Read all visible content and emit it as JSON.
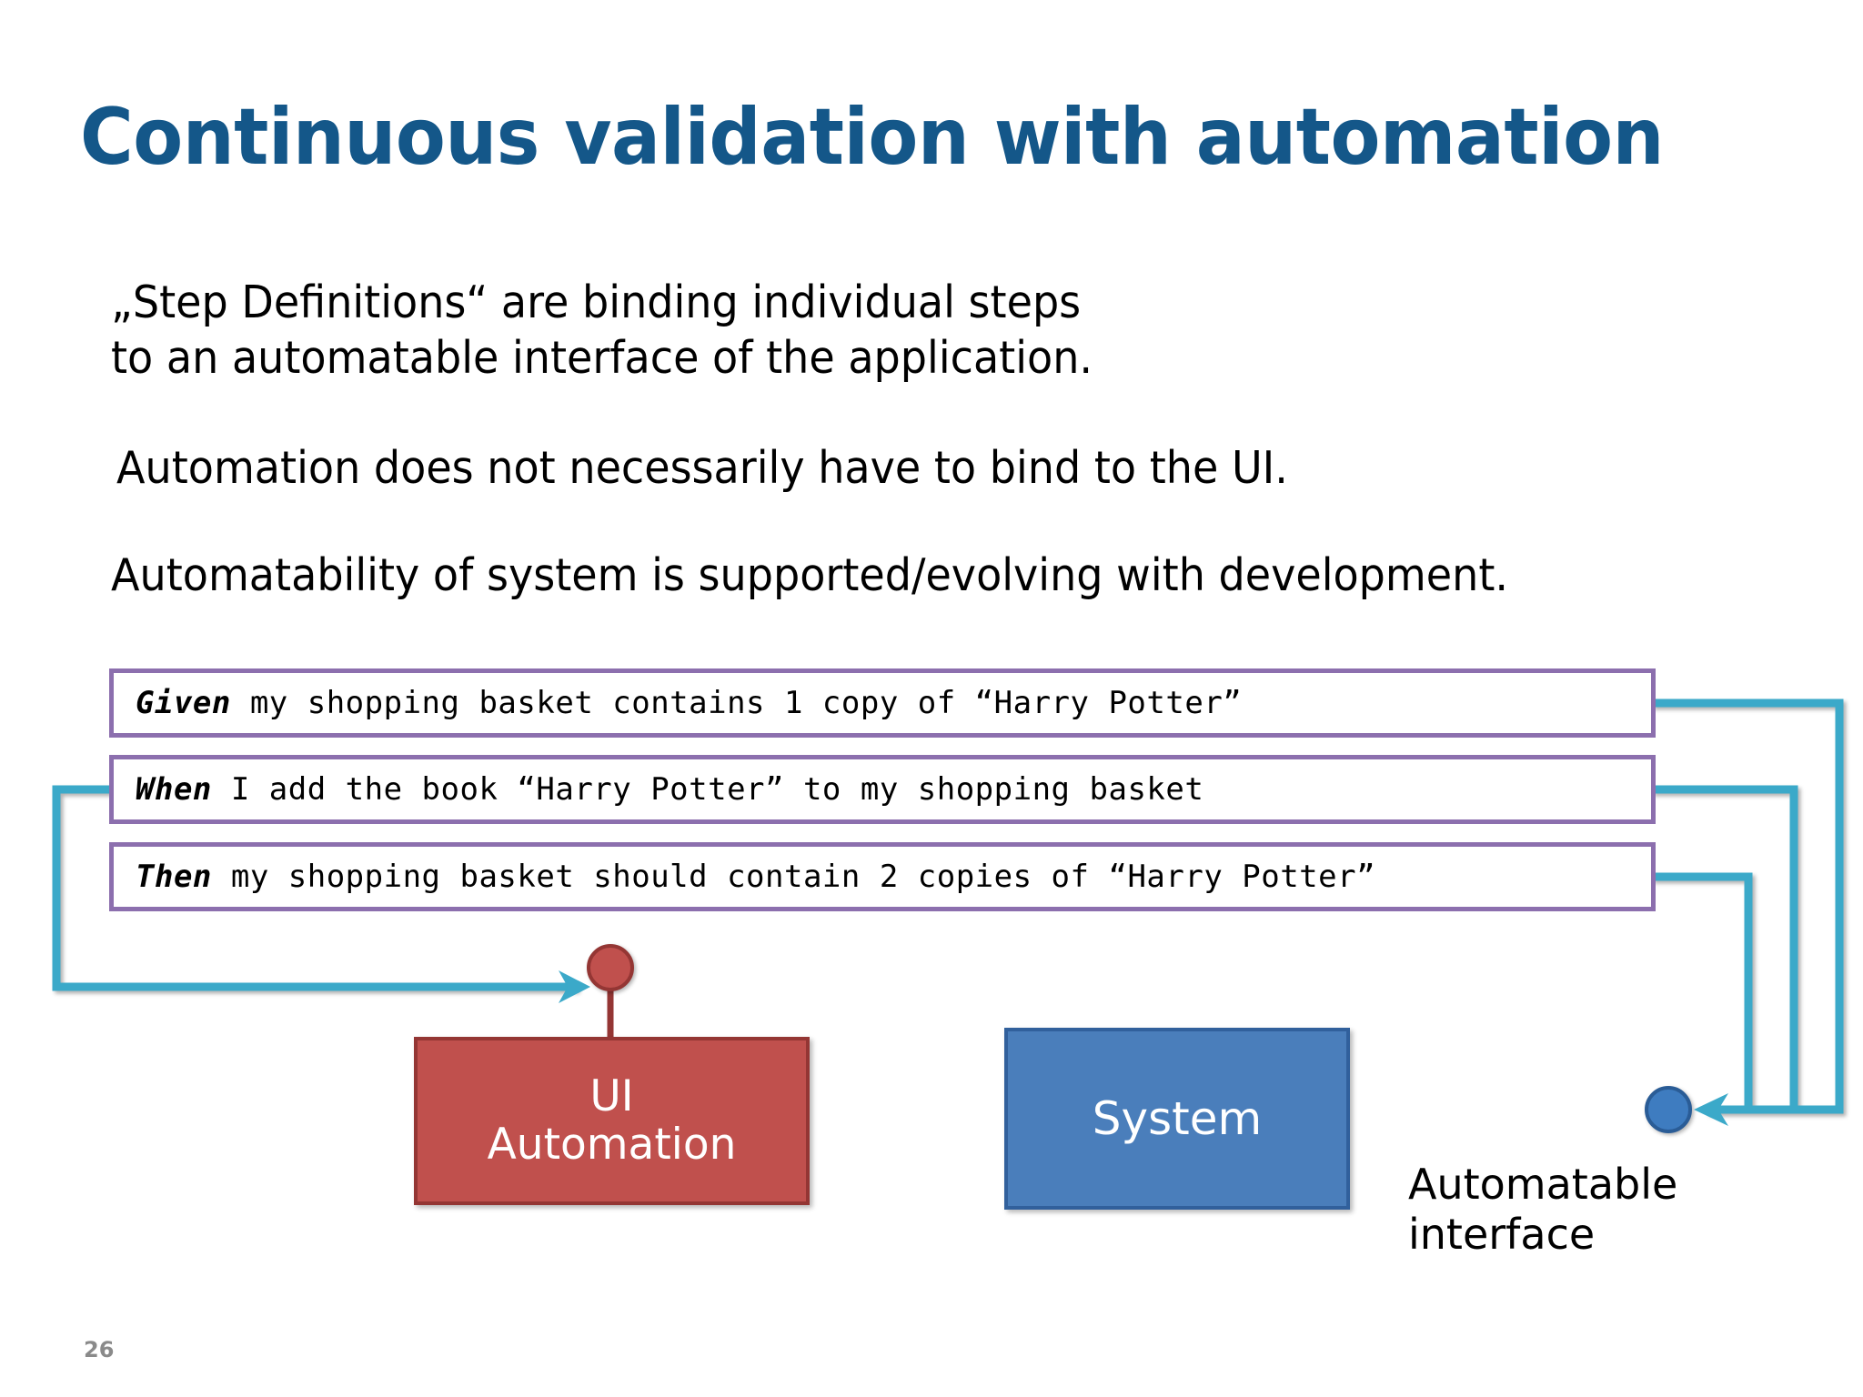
{
  "slide": {
    "title": "Continuous validation with automation",
    "page_number": "26",
    "title_color": "#145789",
    "background": "#ffffff"
  },
  "body": {
    "paragraph_1_line_1": "„Step Definitions“ are binding individual steps",
    "paragraph_1_line_2": "to an automatable interface of the application.",
    "paragraph_2": "Automation does not necessarily have to bind to the UI.",
    "paragraph_3": "Automatability of system is supported/evolving with development."
  },
  "gherkin": {
    "border_color": "#8C6FAE",
    "steps": [
      {
        "keyword": "Given",
        "text": " my shopping basket contains 1 copy of “Harry Potter”"
      },
      {
        "keyword": "When",
        "text": " I add the book “Harry Potter” to my shopping basket"
      },
      {
        "keyword": "Then",
        "text": " my shopping basket should contain 2 copies of “Harry Potter”"
      }
    ]
  },
  "diagram": {
    "ui_box": {
      "line1": "UI",
      "line2": "Automation",
      "fill": "#C0504D",
      "border": "#943634",
      "text_color": "#ffffff"
    },
    "system_box": {
      "label": "System",
      "fill": "#4A7EBB",
      "border": "#31609C",
      "text_color": "#ffffff"
    },
    "automatable_interface": {
      "line1": "Automatable",
      "line2": "interface"
    },
    "ui_node": {
      "fill": "#C0504D",
      "border": "#943634"
    },
    "api_node": {
      "fill": "#3E7CC0",
      "border": "#2A5C96"
    },
    "connector_colors": {
      "teal": "#3BA9C9",
      "red": "#943634",
      "blue": "#4A7EBB"
    }
  }
}
